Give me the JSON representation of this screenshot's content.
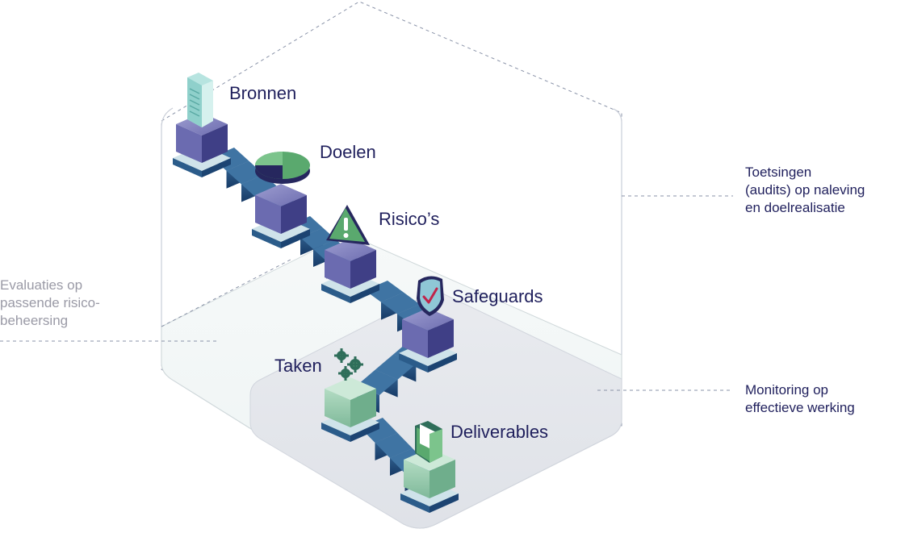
{
  "steps": [
    {
      "label": "Bronnen",
      "icon": "document-icon"
    },
    {
      "label": "Doelen",
      "icon": "pie-chart-icon"
    },
    {
      "label": "Risico’s",
      "icon": "warning-triangle-icon"
    },
    {
      "label": "Safeguards",
      "icon": "shield-check-icon"
    },
    {
      "label": "Taken",
      "icon": "gears-icon"
    },
    {
      "label": "Deliverables",
      "icon": "folder-icon"
    }
  ],
  "annotations": {
    "audits": "Toetsingen\n(audits) op naleving\nen doelrealisatie",
    "evaluaties": "Evaluaties op\npassende risico-\nbeheersing",
    "monitoring": "Monitoring op\neffectieve werking"
  },
  "colors": {
    "text_dark": "#1f1f5c",
    "text_grey": "#9a9aa6",
    "block_purple": "#4a4a8e",
    "block_green": "#6fae8c",
    "stair_blue": "#24527e",
    "accent_green": "#5aa96e",
    "dashed_line": "#8a93a8"
  }
}
